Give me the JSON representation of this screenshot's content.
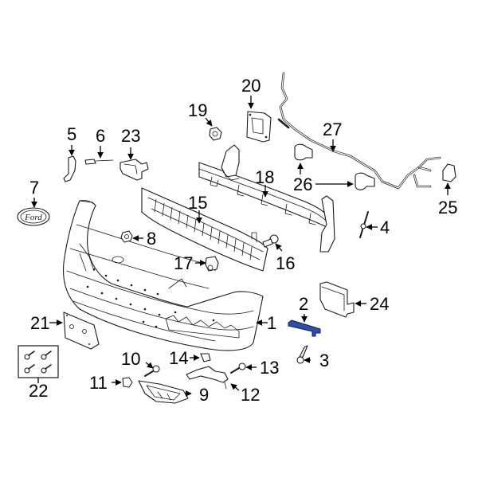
{
  "diagram": {
    "type": "exploded-parts-diagram",
    "subject": "Front bumper assembly",
    "highlight_color": "#2d4fa3",
    "highlighted_part": "2",
    "emblem_text": "Ford",
    "callouts": [
      {
        "id": "1",
        "label": "1"
      },
      {
        "id": "2",
        "label": "2"
      },
      {
        "id": "3",
        "label": "3"
      },
      {
        "id": "4",
        "label": "4"
      },
      {
        "id": "5",
        "label": "5"
      },
      {
        "id": "6",
        "label": "6"
      },
      {
        "id": "7",
        "label": "7"
      },
      {
        "id": "8",
        "label": "8"
      },
      {
        "id": "9",
        "label": "9"
      },
      {
        "id": "10",
        "label": "10"
      },
      {
        "id": "11",
        "label": "11"
      },
      {
        "id": "12",
        "label": "12"
      },
      {
        "id": "13",
        "label": "13"
      },
      {
        "id": "14",
        "label": "14"
      },
      {
        "id": "15",
        "label": "15"
      },
      {
        "id": "16",
        "label": "16"
      },
      {
        "id": "17",
        "label": "17"
      },
      {
        "id": "18",
        "label": "18"
      },
      {
        "id": "19",
        "label": "19"
      },
      {
        "id": "20",
        "label": "20"
      },
      {
        "id": "21",
        "label": "21"
      },
      {
        "id": "22",
        "label": "22"
      },
      {
        "id": "23",
        "label": "23"
      },
      {
        "id": "24",
        "label": "24"
      },
      {
        "id": "25",
        "label": "25"
      },
      {
        "id": "26",
        "label": "26"
      },
      {
        "id": "27",
        "label": "27"
      }
    ]
  }
}
